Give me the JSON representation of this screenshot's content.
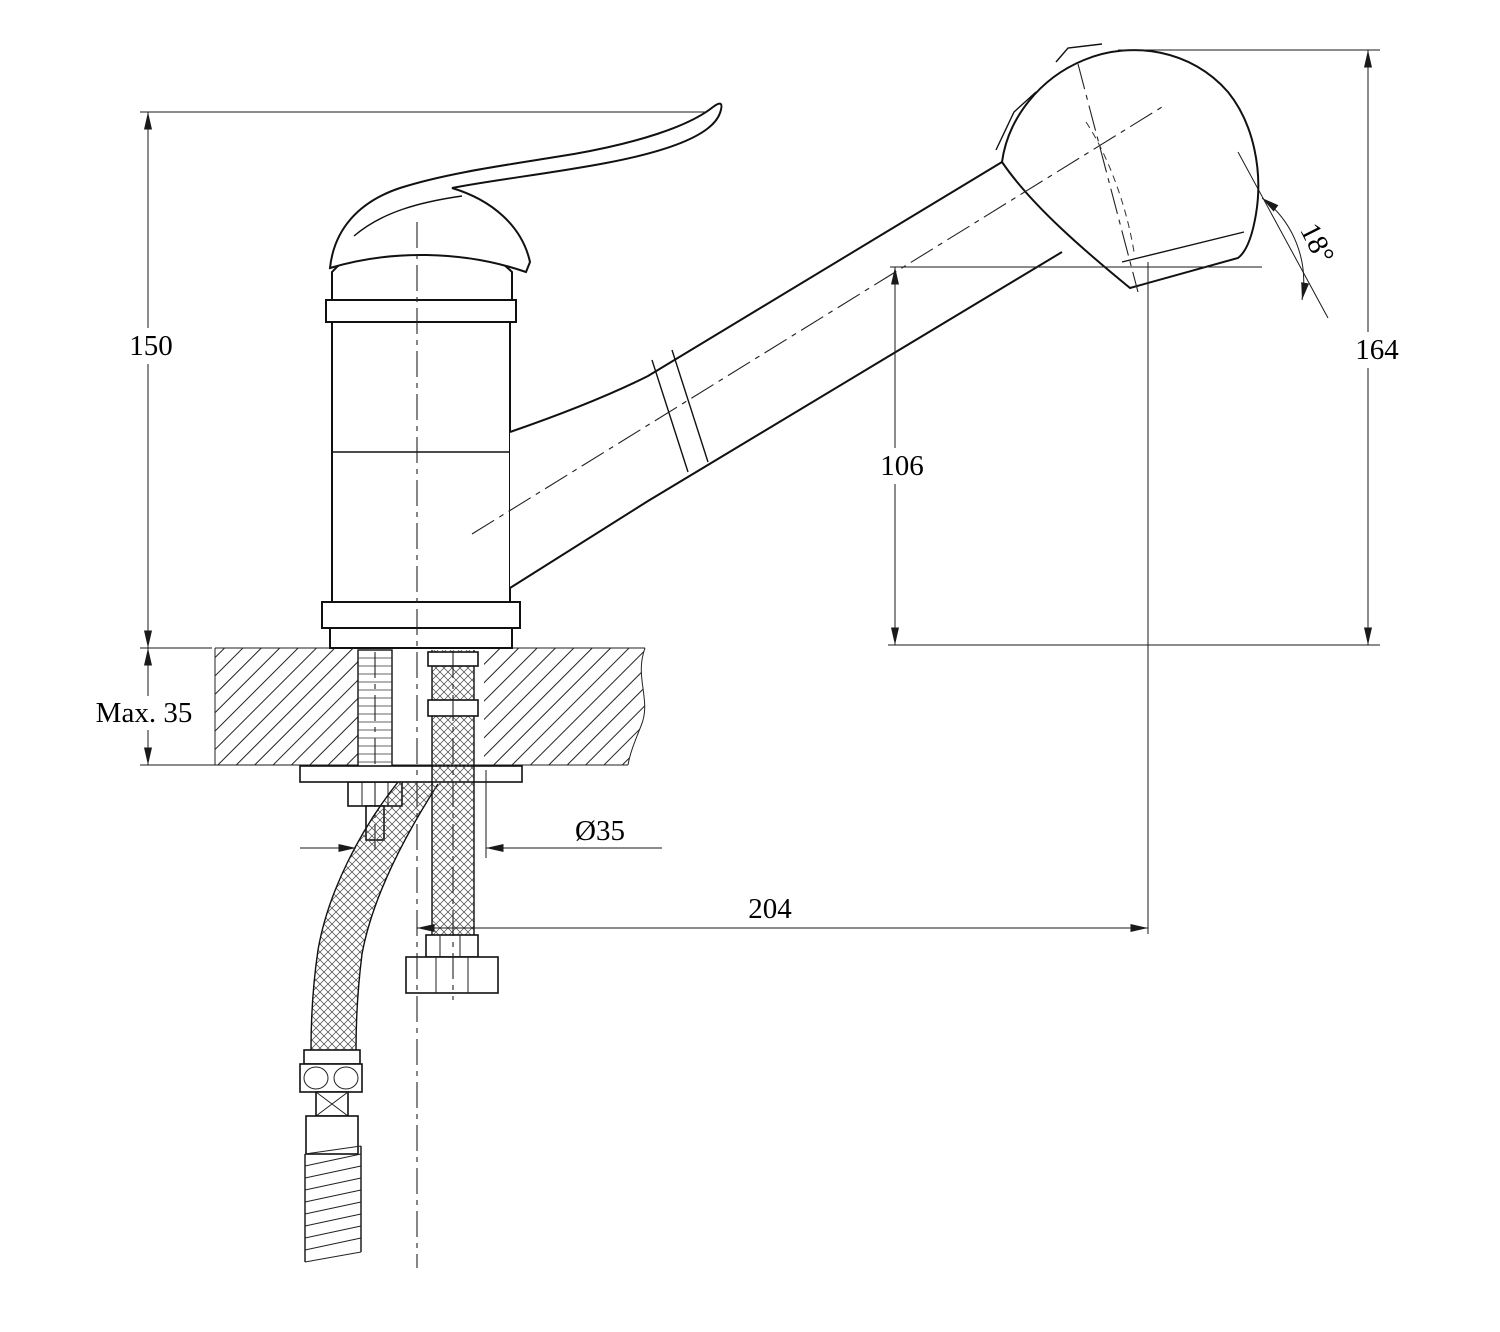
{
  "drawing": {
    "kind": "technical-dimension-drawing",
    "subject": "single-lever kitchen mixer faucet with pull-out spray head, mounted on countertop with supply hoses",
    "labels": {
      "height_base_to_handle_top": "150",
      "max_counter_thickness": "Max. 35",
      "height_base_to_spray_top": "164",
      "spout_outlet_height": "106",
      "spray_head_angle": "18°",
      "mounting_hole_diameter": "Ø35",
      "horizontal_reach": "204"
    }
  }
}
